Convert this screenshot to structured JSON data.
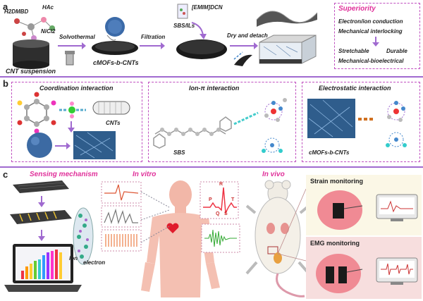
{
  "panel_a": {
    "letter": "a",
    "reagents": [
      "H2DMBD",
      "HAc",
      "NiCl2"
    ],
    "cnt_suspension": "CNT suspension",
    "step_solvothermal": "Solvothermal",
    "product_cmofs": "cMOFs-b-CNTs",
    "step_filtration": "Filtration",
    "ionic_liquid": "[EMIM]DCN",
    "sbs_ils": "SBS/ILs",
    "step_dry": "Dry and detach",
    "superiority_title": "Superiority",
    "superiority_items": [
      "Electron/ion conduction",
      "Mechanical interlocking",
      "Stretchable",
      "Durable",
      "Mechanical-bioelectrical"
    ]
  },
  "panel_b": {
    "letter": "b",
    "coordination_title": "Coordination interaction",
    "cnts_label": "CNTs",
    "ion_pi_title": "Ion-π interaction",
    "sbs_label": "SBS",
    "electrostatic_title": "Electrostatic interaction",
    "cmofs_label": "cMOFs-b-CNTs"
  },
  "panel_c": {
    "letter": "c",
    "sensing_title": "Sensing mechanism",
    "ion_label": "ion",
    "electron_label": "electron",
    "in_vitro_title": "In vitro",
    "ecg_labels": {
      "r": "R",
      "p": "P",
      "t": "T",
      "q": "Q",
      "s": "S"
    },
    "in_vivo_title": "In vivo",
    "strain_title": "Strain monitoring",
    "emg_title": "EMG monitoring"
  },
  "colors": {
    "accent_purple": "#a06ad0",
    "dashed_box": "#c050c0",
    "pink_title": "#e0309a",
    "strain_bg": "#fbf7e6",
    "emg_bg": "#f7dede"
  }
}
